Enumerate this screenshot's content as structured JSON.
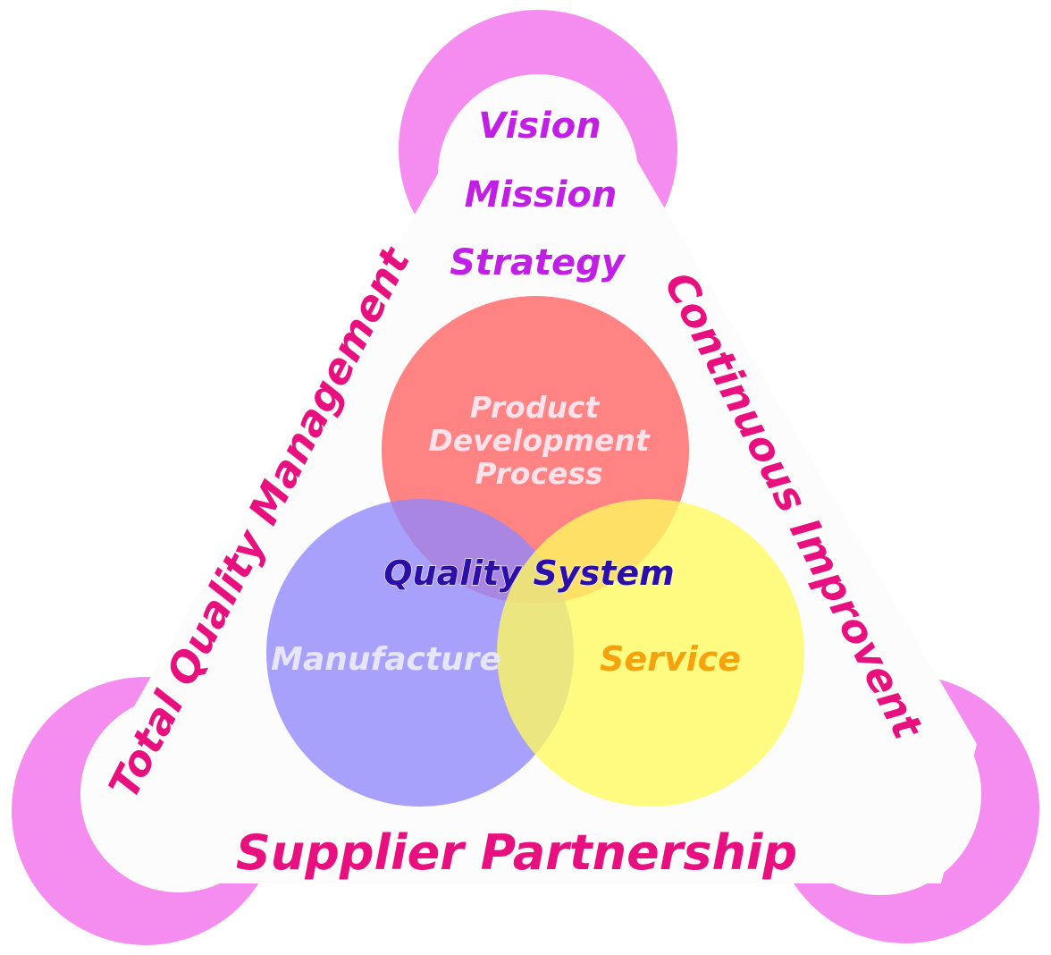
{
  "hubs": {
    "top": {
      "lines": [
        "Vision",
        "Mission",
        "Strategy"
      ]
    }
  },
  "sides": {
    "left": "Total Quality Management",
    "right": "Continuous Improvent",
    "bottom": "Supplier Partnership"
  },
  "circles": {
    "product": {
      "lines": [
        "Product",
        "Development",
        "Process"
      ]
    },
    "manufacture": "Manufacture",
    "service": "Service",
    "center": "Quality System"
  },
  "colors": {
    "hub_ring": "#f58cf0",
    "triangle_fill": "#fcfcfc",
    "product_circle": "#ff6d6d",
    "manufacture_circle": "#8f86fb",
    "service_circle": "#fffa5e",
    "hub_text": "#c21fe6",
    "side_text": "#e8107e",
    "service_text": "#f5a20c",
    "center_text": "#2c0ea8"
  }
}
